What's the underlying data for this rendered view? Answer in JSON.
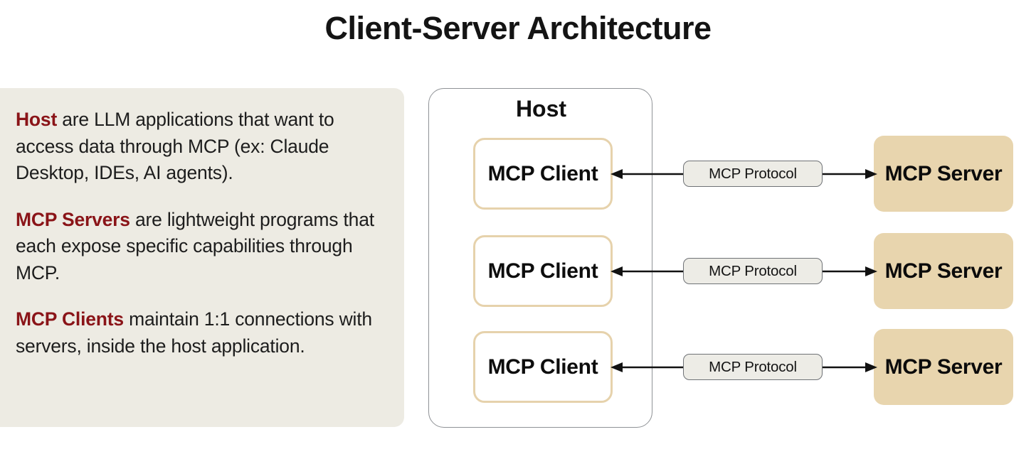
{
  "title": "Client-Server Architecture",
  "colors": {
    "background": "#ffffff",
    "panel_bg": "#EDEBE3",
    "accent_red": "#8A1418",
    "server_fill": "#E8D5AE",
    "client_border": "#E6D2AC",
    "pill_fill": "#EDECE6",
    "host_border": "#8f9296",
    "text": "#111111"
  },
  "info_panel": {
    "paragraphs": [
      {
        "term": "Host",
        "text": " are LLM applications that want to access data through MCP (ex: Claude Desktop, IDEs, AI agents)."
      },
      {
        "term": "MCP Servers",
        "text": " are lightweight programs that each expose specific capabilities through MCP."
      },
      {
        "term": "MCP Clients",
        "text": " maintain 1:1 connections with servers, inside the host application."
      }
    ]
  },
  "diagram": {
    "host_label": "Host",
    "rows": [
      {
        "client_label": "MCP Client",
        "protocol_label": "MCP Protocol",
        "server_label": "MCP Server"
      },
      {
        "client_label": "MCP Client",
        "protocol_label": "MCP Protocol",
        "server_label": "MCP Server"
      },
      {
        "client_label": "MCP Client",
        "protocol_label": "MCP Protocol",
        "server_label": "MCP Server"
      }
    ]
  }
}
